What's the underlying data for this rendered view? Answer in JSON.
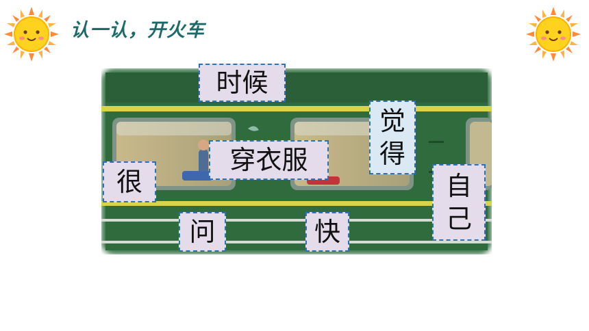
{
  "title": "认一认，开火车",
  "cards": {
    "shihou": "时候",
    "juede": [
      "觉",
      "得"
    ],
    "chuanyifu": "穿衣服",
    "hen": "很",
    "ziji": [
      "自",
      "己"
    ],
    "wen": "问",
    "kuai": "快"
  },
  "colors": {
    "title": "#1d6b68",
    "card_purple": "#e4dcea",
    "card_blue": "#dbe9f4",
    "card_border": "#2f6fb6",
    "train_body": "#2f6b3d",
    "train_stripe": "#d7d34a",
    "sun": "#ffd21f"
  },
  "icons": {
    "left": "sun-icon",
    "right": "sun-icon"
  }
}
